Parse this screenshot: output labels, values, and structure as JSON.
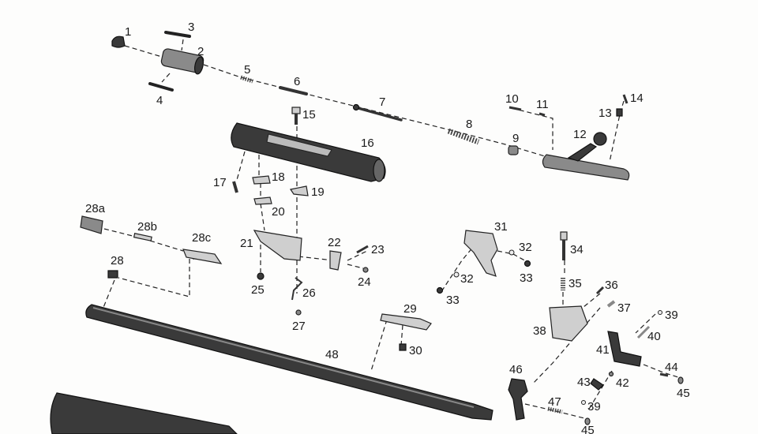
{
  "parts": {
    "p1": "1",
    "p2": "2",
    "p3": "3",
    "p4": "4",
    "p5": "5",
    "p6": "6",
    "p7": "7",
    "p8": "8",
    "p9": "9",
    "p10": "10",
    "p11": "11",
    "p12": "12",
    "p13": "13",
    "p14": "14",
    "p15": "15",
    "p16": "16",
    "p17": "17",
    "p18": "18",
    "p19": "19",
    "p20": "20",
    "p21": "21",
    "p22": "22",
    "p23": "23",
    "p24": "24",
    "p25": "25",
    "p26": "26",
    "p27": "27",
    "p28a": "28a",
    "p28b": "28b",
    "p28c": "28c",
    "p28": "28",
    "p29": "29",
    "p30": "30",
    "p31": "31",
    "p32a": "32",
    "p32b": "32",
    "p33a": "33",
    "p33b": "33",
    "p34": "34",
    "p35": "35",
    "p36": "36",
    "p37": "37",
    "p38": "38",
    "p39a": "39",
    "p39b": "39",
    "p40": "40",
    "p41": "41",
    "p42": "42",
    "p43": "43",
    "p44": "44",
    "p45a": "45",
    "p45b": "45",
    "p46": "46",
    "p47": "47",
    "p48": "48"
  }
}
